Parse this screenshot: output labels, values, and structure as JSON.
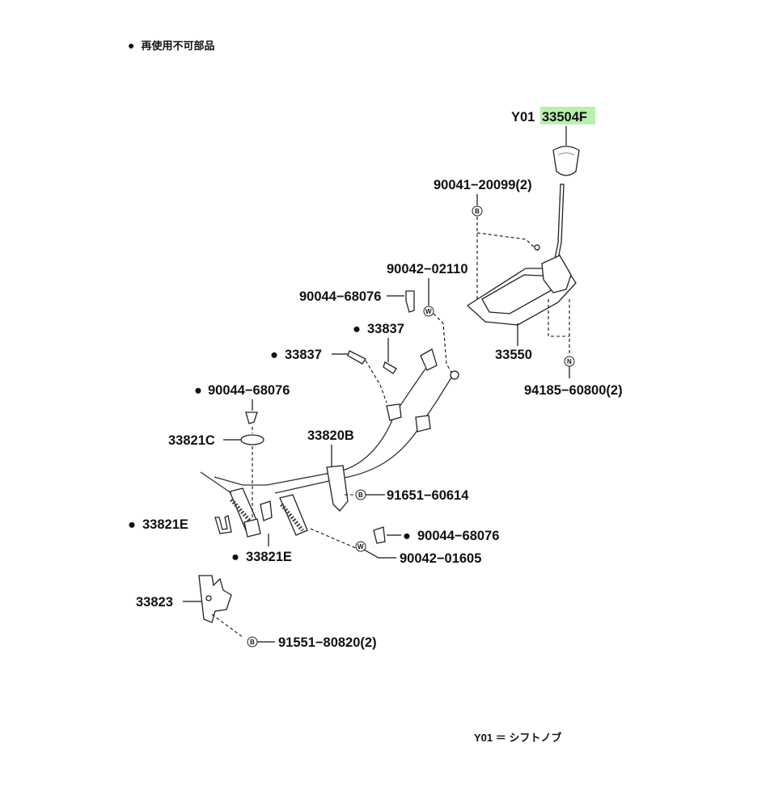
{
  "legend": {
    "bullet": "●",
    "text": "再使用不可部品"
  },
  "footnote": "Y01 ＝ シフトノブ",
  "highlight_color": "#b9f0b0",
  "labels": {
    "knob_prefix": "Y01",
    "knob_part": "33504F",
    "p90041": "90041−20099(2)",
    "p90042a": "90042−02110",
    "p90044a": "90044−68076",
    "p33837a": "33837",
    "p33837b": "33837",
    "p33550": "33550",
    "p94185": "94185−60800(2)",
    "p90044b": "90044−68076",
    "p33821c": "33821C",
    "p33820b": "33820B",
    "p91651": "91651−60614",
    "p33821e_a": "33821E",
    "p33821e_b": "33821E",
    "p90044c": "90044−68076",
    "p90042b": "90042−01605",
    "p33823": "33823",
    "p91551": "91551−80820(2)"
  },
  "bullets": {
    "dot": "●"
  },
  "badges": {
    "B": "B",
    "W": "W",
    "N": "N"
  }
}
